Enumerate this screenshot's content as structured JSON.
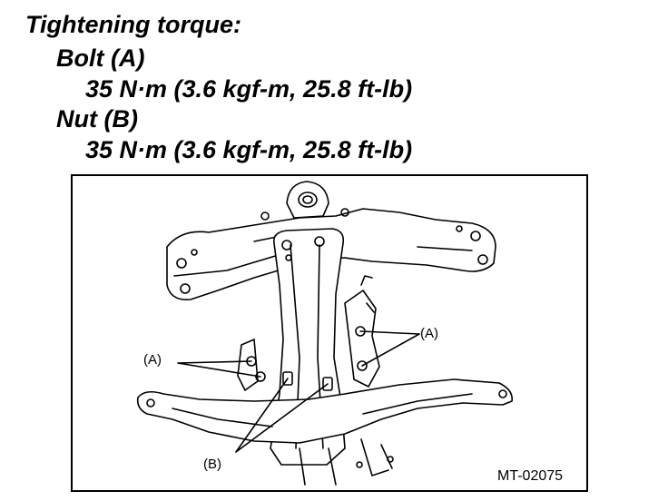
{
  "torque_spec": {
    "title": "Tightening torque:",
    "bolt_label": "Bolt (A)",
    "bolt_value": "35 N·m (3.6 kgf-m, 25.8 ft-lb)",
    "nut_label": "Nut (B)",
    "nut_value": "35 N·m (3.6 kgf-m, 25.8 ft-lb)"
  },
  "figure": {
    "callouts": {
      "a_right": "(A)",
      "a_left": "(A)",
      "b": "(B)"
    },
    "code": "MT-02075"
  }
}
